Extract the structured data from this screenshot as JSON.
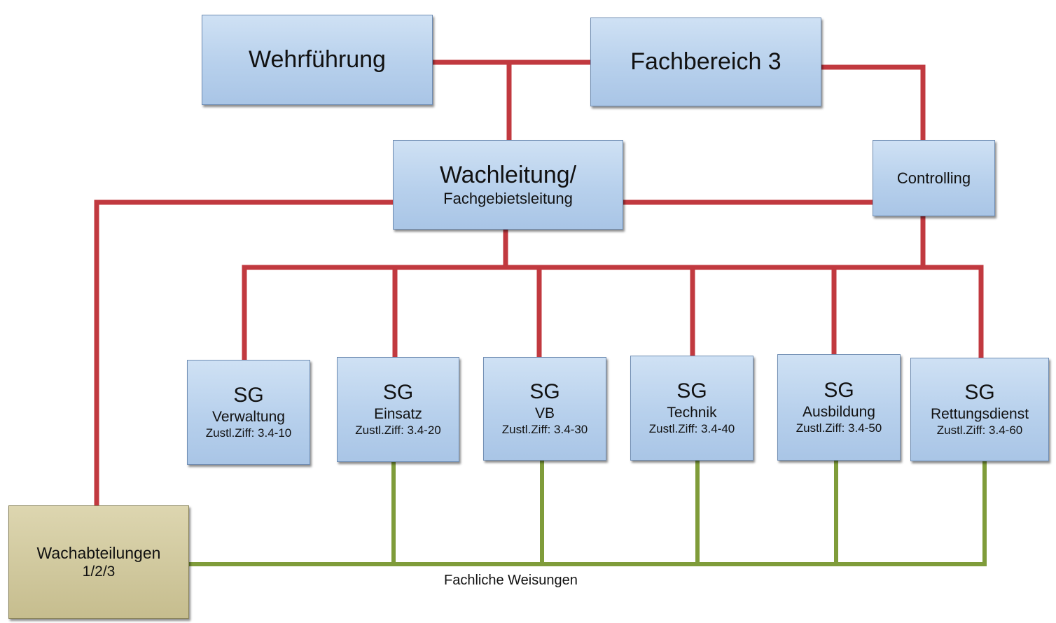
{
  "top": {
    "wehrfuehrung": "Wehrführung",
    "fachbereich": "Fachbereich 3"
  },
  "wachleitung": {
    "line1": "Wachleitung/",
    "line2": "Fachgebietsleitung"
  },
  "controlling": "Controlling",
  "sachgebiete": [
    {
      "title": "SG",
      "name": "Verwaltung",
      "ref": "Zustl.Ziff: 3.4-10"
    },
    {
      "title": "SG",
      "name": "Einsatz",
      "ref": "Zustl.Ziff: 3.4-20"
    },
    {
      "title": "SG",
      "name": "VB",
      "ref": "Zustl.Ziff: 3.4-30"
    },
    {
      "title": "SG",
      "name": "Technik",
      "ref": "Zustl.Ziff: 3.4-40"
    },
    {
      "title": "SG",
      "name": "Ausbildung",
      "ref": "Zustl.Ziff: 3.4-50"
    },
    {
      "title": "SG",
      "name": "Rettungsdienst",
      "ref": "Zustl.Ziff: 3.4-60"
    }
  ],
  "wachabteilungen": {
    "line1": "Wachabteilungen",
    "line2": "1/2/3"
  },
  "fachliche_weisungen": "Fachliche Weisungen",
  "colors": {
    "hierarchy_line": "#c1393f",
    "instruction_line": "#7f9c3a",
    "box_blue": "#b7d0ec",
    "box_tan": "#cfc79c"
  }
}
